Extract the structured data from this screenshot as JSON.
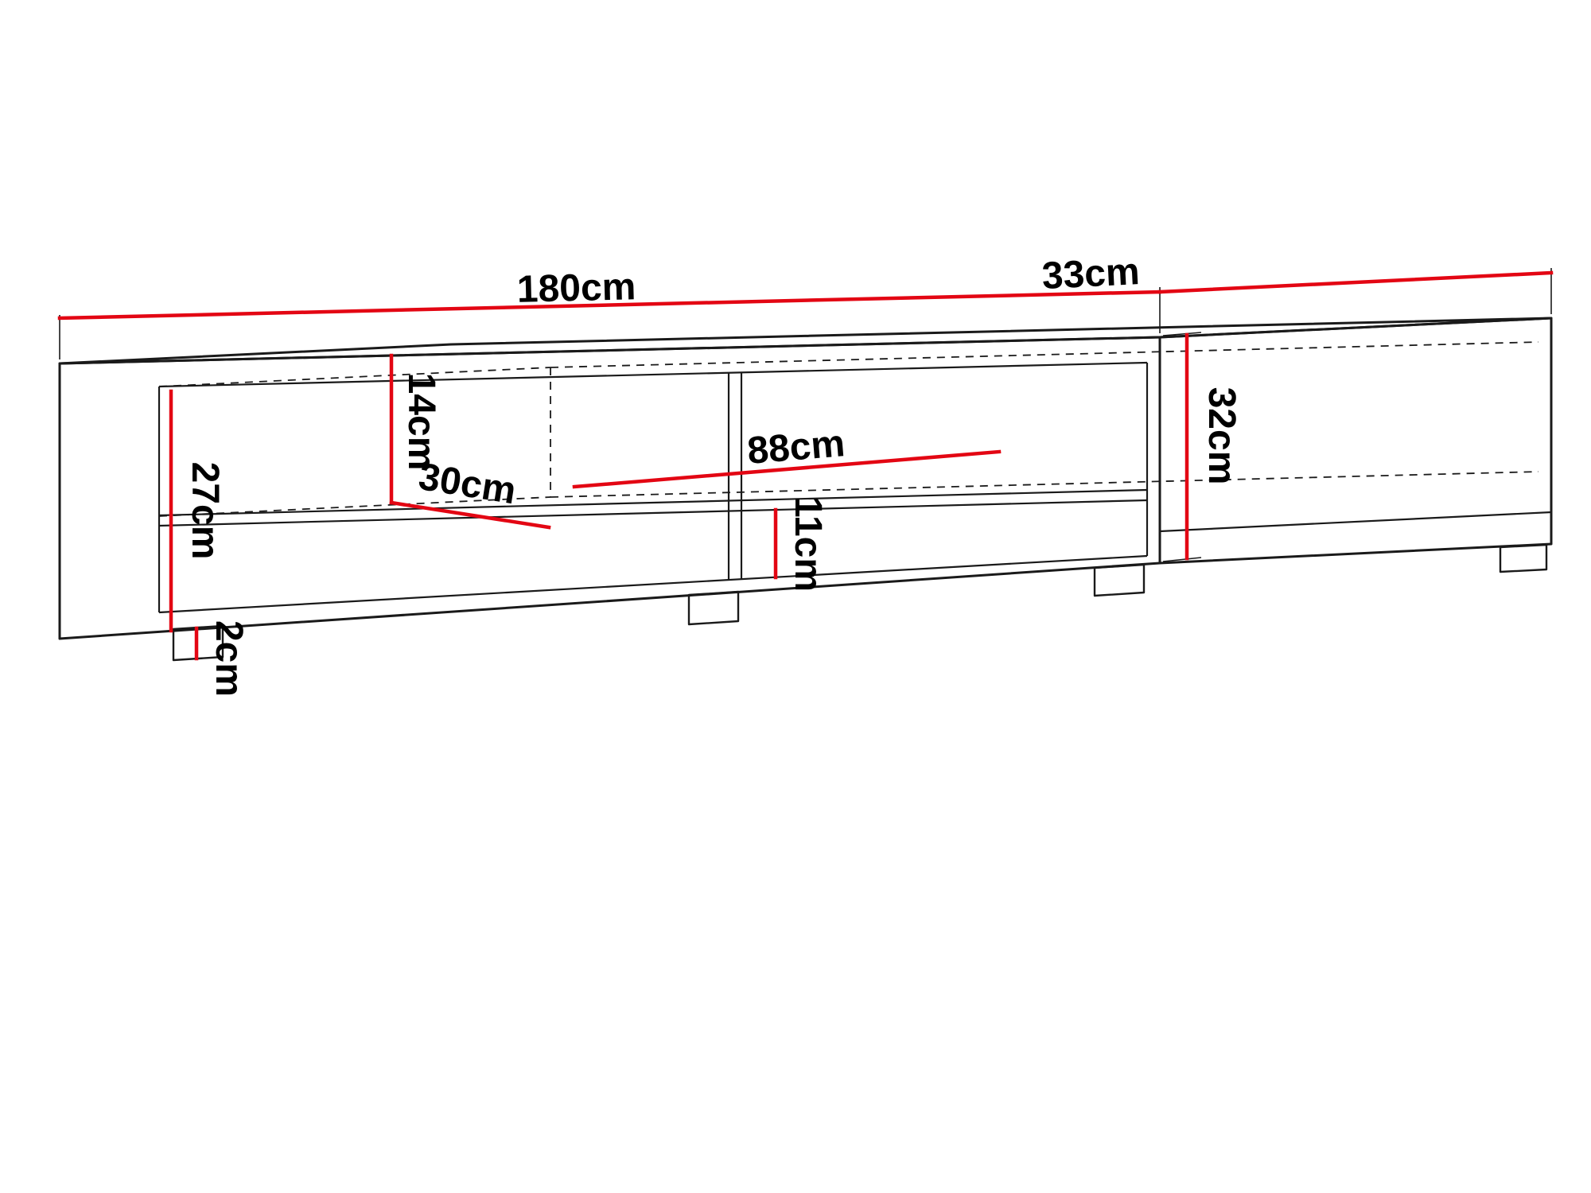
{
  "colors": {
    "dimension_line": "#e30613",
    "outline": "#1a1a1a",
    "background": "#ffffff"
  },
  "diagram": {
    "kind": "furniture-dimension-drawing",
    "dimensions": {
      "width": {
        "label": "180cm",
        "value_cm": 180
      },
      "depth": {
        "label": "33cm",
        "value_cm": 33
      },
      "height": {
        "label": "32cm",
        "value_cm": 32
      },
      "niche_height": {
        "label": "14cm",
        "value_cm": 14
      },
      "interior_height": {
        "label": "27cm",
        "value_cm": 27
      },
      "shelf_depth": {
        "label": "30cm",
        "value_cm": 30
      },
      "right_compartment_width": {
        "label": "88cm",
        "value_cm": 88
      },
      "lower_section_height": {
        "label": "11cm",
        "value_cm": 11
      },
      "foot_height": {
        "label": "2cm",
        "value_cm": 2
      }
    }
  }
}
